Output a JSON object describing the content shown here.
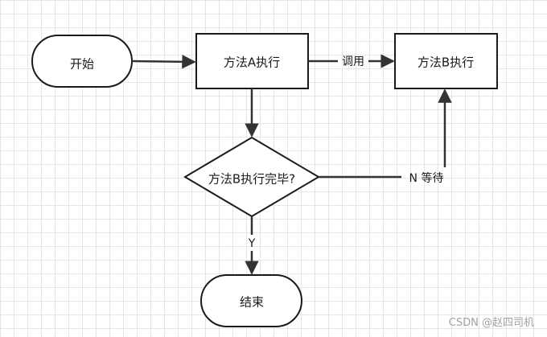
{
  "nodes": {
    "start": "开始",
    "method_a": "方法A执行",
    "method_b": "方法B执行",
    "decision": "方法B执行完毕?",
    "end": "结束"
  },
  "edges": {
    "call": "调用",
    "no_wait": "N 等待",
    "yes": "Y"
  },
  "watermark": "CSDN @赵四司机"
}
